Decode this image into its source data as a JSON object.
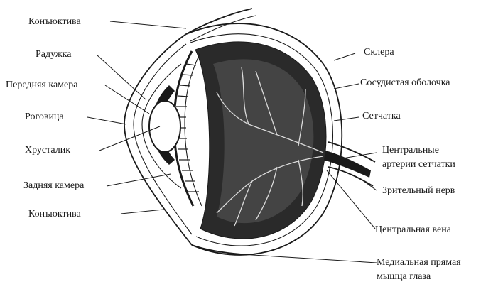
{
  "labels": {
    "conjunctiva_top": "Конъюктива",
    "iris": "Радужка",
    "anterior_chamber": "Передняя камера",
    "cornea": "Роговица",
    "lens": "Хрусталик",
    "posterior_chamber": "Задняя камера",
    "conjunctiva_bottom": "Конъюктива",
    "sclera": "Склера",
    "choroid": "Сосудистая оболочка",
    "retina": "Сетчатка",
    "central_arteries_line1": "Центральные",
    "central_arteries_line2": "артерии сетчатки",
    "optic_nerve": "Зрительный нерв",
    "central_vein": "Центральная вена",
    "medial_rectus_line1": "Медиальная прямая",
    "medial_rectus_line2": "мышца глаза"
  }
}
